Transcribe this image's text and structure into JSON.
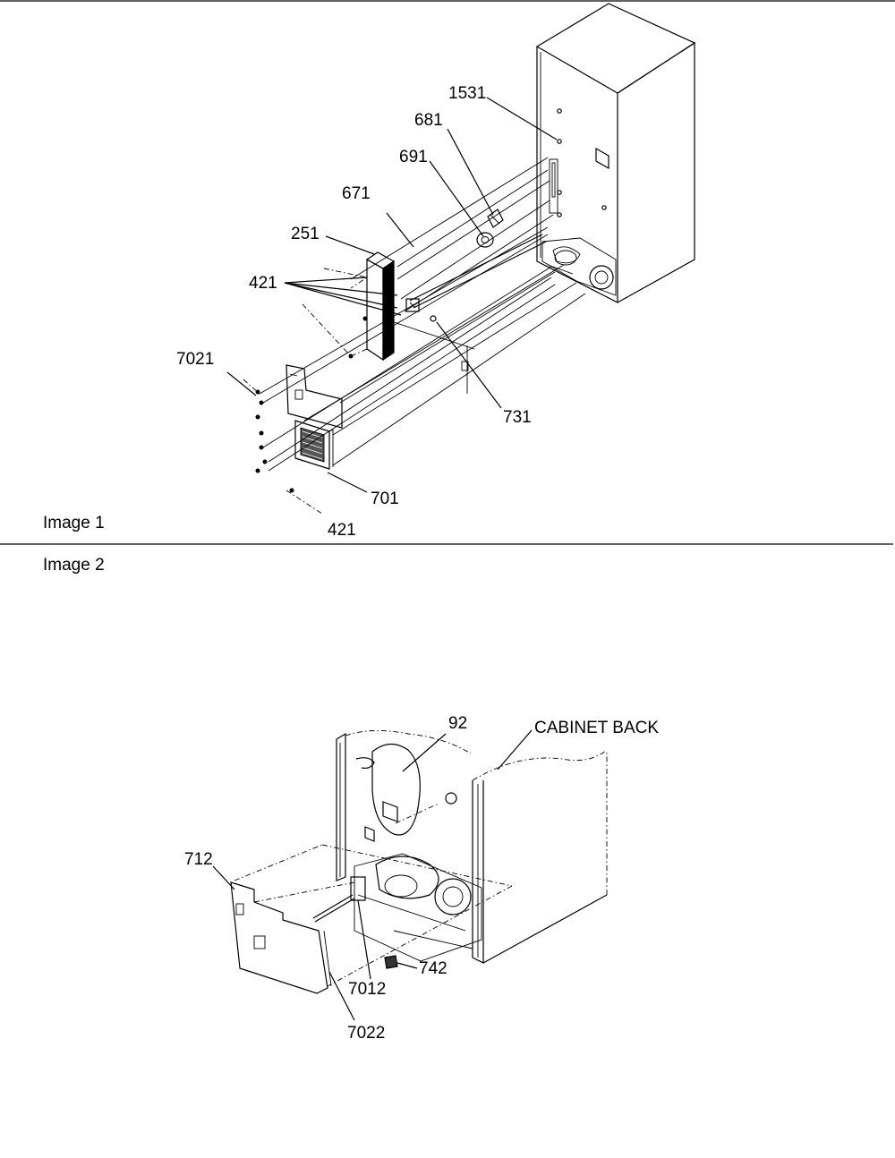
{
  "sections": [
    {
      "label": "Image 1"
    },
    {
      "label": "Image 2"
    }
  ],
  "image1": {
    "callouts": [
      "1531",
      "681",
      "691",
      "671",
      "251",
      "421",
      "7021",
      "731",
      "701",
      "421"
    ]
  },
  "image2": {
    "callouts": [
      "92",
      "CABINET BACK",
      "712",
      "7012",
      "742",
      "7022"
    ]
  }
}
